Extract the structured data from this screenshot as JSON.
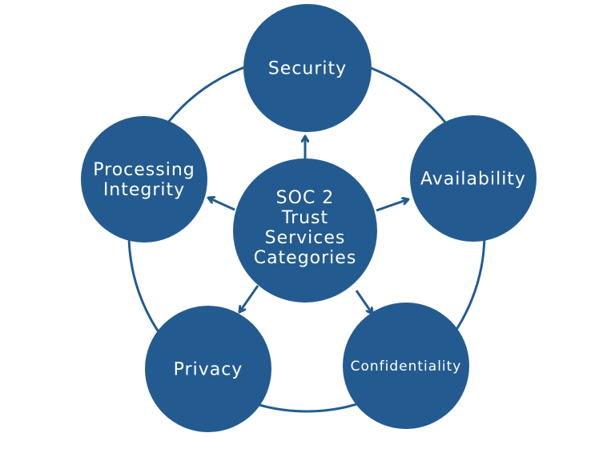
{
  "diagram": {
    "center": {
      "lines": [
        "SOC 2",
        "Trust",
        "Services",
        "Categories"
      ]
    },
    "categories": [
      {
        "id": "security",
        "lines": [
          "Security"
        ]
      },
      {
        "id": "availability",
        "lines": [
          "Availability"
        ]
      },
      {
        "id": "confidentiality",
        "lines": [
          "Confidentiality"
        ]
      },
      {
        "id": "privacy",
        "lines": [
          "Privacy"
        ]
      },
      {
        "id": "processing-integrity",
        "lines": [
          "Processing",
          "Integrity"
        ]
      }
    ],
    "colors": {
      "node_fill": "#235b91",
      "ring_stroke": "#235b91",
      "text": "#ffffff",
      "background": "#ffffff"
    }
  }
}
